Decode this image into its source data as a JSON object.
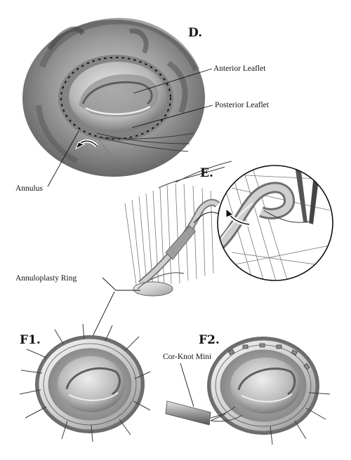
{
  "panels": {
    "d": "D.",
    "e": "E.",
    "f1": "F1.",
    "f2": "F2."
  },
  "labels": {
    "anterior_leaflet": "Anterior Leaflet",
    "posterior_leaflet": "Posterior Leaflet",
    "annulus": "Annulus",
    "annuloplasty_ring": "Annuloplasty Ring",
    "cor_knot_mini": "Cor-Knot Mini"
  },
  "colors": {
    "tissue_dark": "#6e6e6e",
    "tissue_mid": "#a9a9a9",
    "tissue_light": "#e2e2e2",
    "ring": "#d9d9d9",
    "ink": "#111111"
  }
}
